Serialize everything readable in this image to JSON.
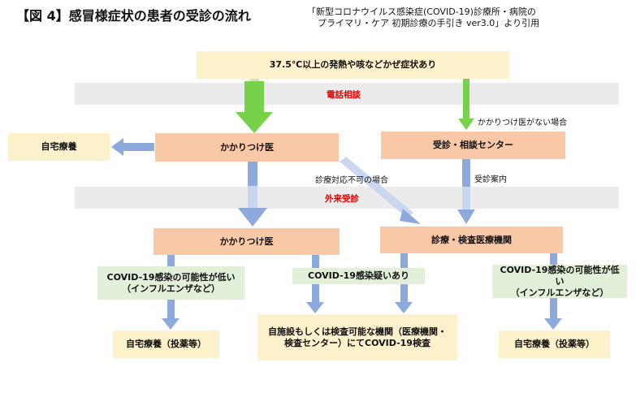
{
  "title": "【図 4】感冒様症状の患者の受診の流れ",
  "source": {
    "line1": "「新型コロナウイルス感染症(COVID-19)診療所・病院の",
    "line2": "プライマリ・ケア 初期診療の手引き ver3.0」より引用"
  },
  "bands": {
    "phone": "電話相談",
    "outpatient": "外来受診"
  },
  "nodes": {
    "symptoms": "37.5℃以上の発熱や咳などかぜ症状あり",
    "home_care_top": "自宅療養",
    "family_doctor_top": "かかりつけ医",
    "consult_center": "受診・相談センター",
    "family_doctor_mid": "かかりつけ医",
    "testing_institution": "診療・検査医療機関",
    "low_possibility_left": [
      "COVID-19感染の可能性が低い",
      "（インフルエンザなど）"
    ],
    "suspected": "COVID-19感染疑いあり",
    "low_possibility_right": [
      "COVID-19感染の可能性が低い",
      "（インフルエンザなど）"
    ],
    "home_care_left": "自宅療養（投薬等）",
    "testing_facility": [
      "自施設もしくは検査可能な機関（医療機関・",
      "検査センター）にてCOVID-19検査"
    ],
    "home_care_right": "自宅療養（投薬等）"
  },
  "labels": {
    "no_family_doctor": "かかりつけ医がない場合",
    "not_available": "診療対応不可の場合",
    "referral": "受診案内"
  },
  "colors": {
    "arrow_green": "#78d14a",
    "arrow_green_light": "#c8e9b4",
    "arrow_blue": "#8ea9db",
    "arrow_blue_light": "#c9d7ef",
    "band_text": "#e00000"
  }
}
